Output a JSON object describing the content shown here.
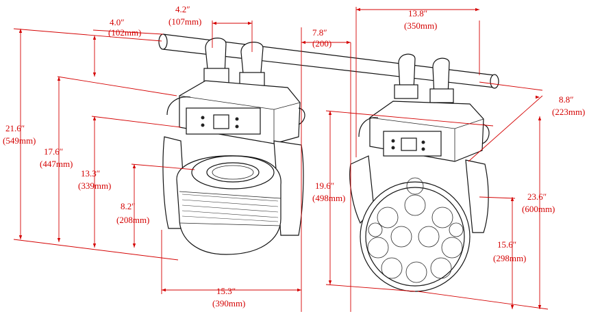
{
  "dimensions": {
    "d_102": {
      "imperial": "4.0″",
      "metric": "(102mm)"
    },
    "d_107": {
      "imperial": "4.2″",
      "metric": "(107mm)"
    },
    "d_200": {
      "imperial": "7.8″",
      "metric": "(200)"
    },
    "d_350": {
      "imperial": "13.8″",
      "metric": "(350mm)"
    },
    "d_223": {
      "imperial": "8.8″",
      "metric": "(223mm)"
    },
    "d_549": {
      "imperial": "21.6″",
      "metric": "(549mm)"
    },
    "d_447": {
      "imperial": "17.6″",
      "metric": "(447mm)"
    },
    "d_339": {
      "imperial": "13.3″",
      "metric": "(339mm)"
    },
    "d_208": {
      "imperial": "8.2″",
      "metric": "(208mm)"
    },
    "d_390": {
      "imperial": "15.3″",
      "metric": "(390mm)"
    },
    "d_498": {
      "imperial": "19.6″",
      "metric": "(498mm)"
    },
    "d_600": {
      "imperial": "23.6″",
      "metric": "(600mm)"
    },
    "d_298": {
      "imperial": "15.6″",
      "metric": "(298mm)"
    }
  },
  "colors": {
    "dimension": "#d40000",
    "ink": "#111111"
  }
}
